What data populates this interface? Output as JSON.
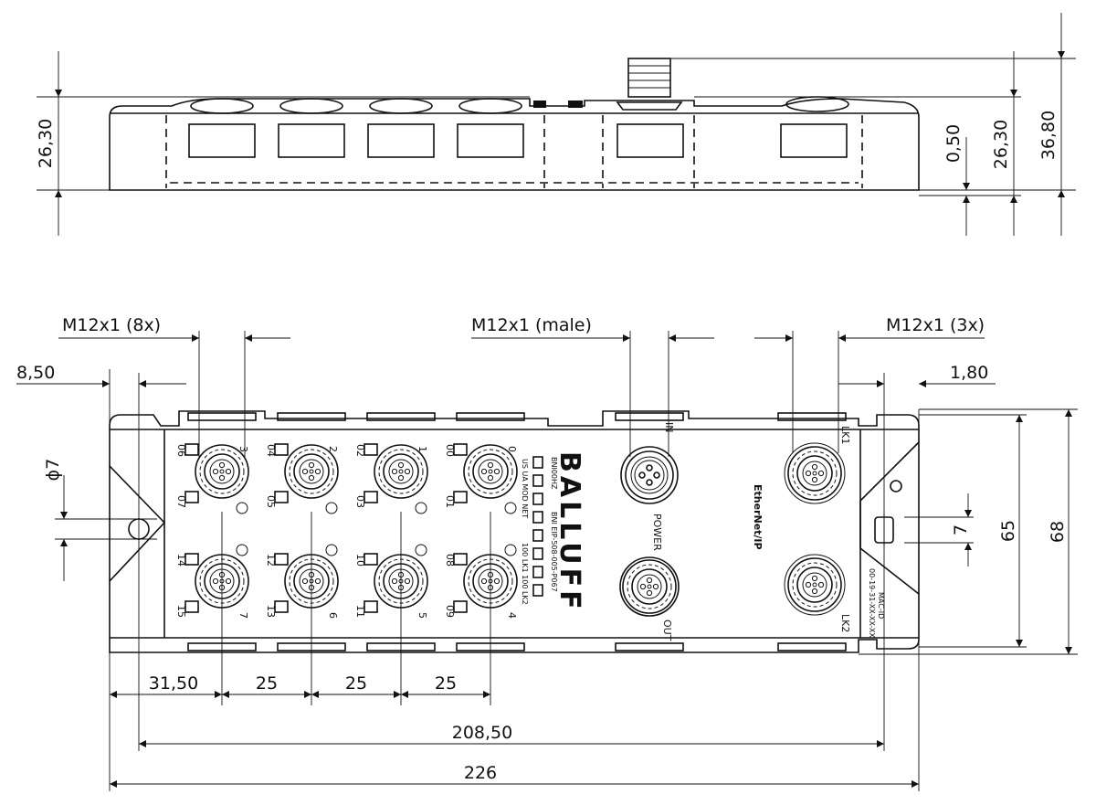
{
  "dimensions": {
    "side_height_left": "26,30",
    "side_offset": "0,50",
    "side_height_right": "26,30",
    "side_total_height": "36,80",
    "m12_female": "M12x1 (8x)",
    "m12_male": "M12x1 (male)",
    "m12_right": "M12x1 (3x)",
    "hole_offset": "8,50",
    "right_offset": "1,80",
    "hole_diameter": "ϕ7",
    "slot_height": "7",
    "height_inner": "65",
    "height_total": "68",
    "first_pitch": "31,50",
    "pitch_1": "25",
    "pitch_2": "25",
    "pitch_3": "25",
    "hole_span": "208,50",
    "total_length": "226"
  },
  "device": {
    "brand": "BALLUFF",
    "model": "BNI00HZ",
    "part": "BNI EIP-508-005-P067",
    "led_labels_top": "US UA MOD NET",
    "led_labels_bottom": "100 LK1 100 LK2",
    "ethernet_logo": "EtherNet/IP",
    "mac": "MAC-ID",
    "mac_value": "00-19-31-XX-XX-XX"
  },
  "ports": {
    "top": [
      {
        "number": "3",
        "pin_a": "06",
        "pin_b": "07"
      },
      {
        "number": "2",
        "pin_a": "04",
        "pin_b": "05"
      },
      {
        "number": "1",
        "pin_a": "02",
        "pin_b": "03"
      },
      {
        "number": "0",
        "pin_a": "00",
        "pin_b": "01"
      }
    ],
    "bottom": [
      {
        "number": "7",
        "pin_a": "14",
        "pin_b": "15"
      },
      {
        "number": "6",
        "pin_a": "12",
        "pin_b": "13"
      },
      {
        "number": "5",
        "pin_a": "10",
        "pin_b": "11"
      },
      {
        "number": "4",
        "pin_a": "08",
        "pin_b": "09"
      }
    ],
    "power_in": "IN",
    "power_label": "POWER",
    "power_out": "OUT",
    "link_1": "LK1",
    "link_2": "LK2"
  }
}
